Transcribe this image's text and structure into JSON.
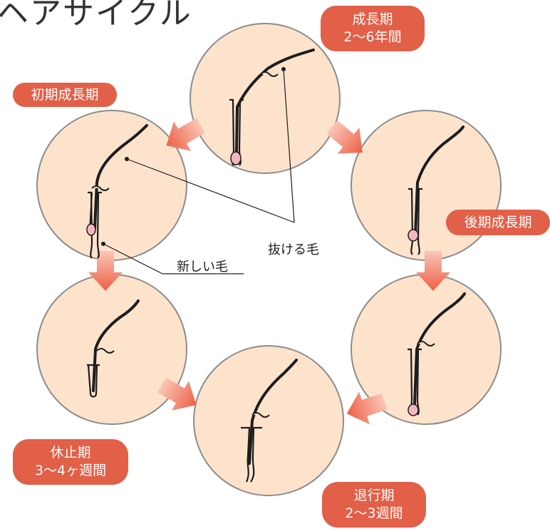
{
  "title": "ヘアサイクル",
  "stages": {
    "early_growth": {
      "label": "初期成長期"
    },
    "growth": {
      "label": "成長期",
      "duration": "2〜6年間"
    },
    "late_growth": {
      "label": "後期成長期"
    },
    "regression": {
      "label": "退行期",
      "duration": "2〜3週間"
    },
    "rest": {
      "label": "休止期",
      "duration": "3〜4ヶ週間"
    }
  },
  "annotations": {
    "shedding_hair": "抜ける毛",
    "new_hair": "新しい毛"
  },
  "colors": {
    "circle_fill": "#fde3cc",
    "circle_stroke": "#8c8c8c",
    "badge": "#e25f48",
    "arrow": "#ee7058",
    "hair": "#1d1d1d",
    "bulb": "#f6b6c0"
  }
}
